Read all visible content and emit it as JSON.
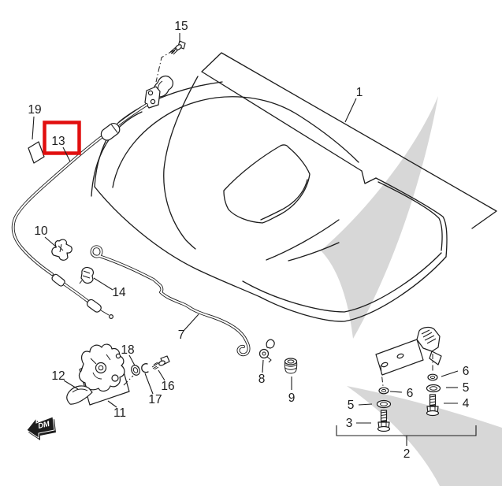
{
  "diagram": {
    "type": "exploded-parts-diagram",
    "highlighted_part": "13"
  },
  "colors": {
    "highlight": "#e10f0f",
    "watermark": "#d7d7d7",
    "line": "#1c1c1c"
  },
  "callouts": {
    "n1": "1",
    "n2": "2",
    "n3": "3",
    "n4": "4",
    "n5_left": "5",
    "n5_right": "5",
    "n6_left": "6",
    "n6_right": "6",
    "n7": "7",
    "n8": "8",
    "n9": "9",
    "n10": "10",
    "n11": "11",
    "n12": "12",
    "n13": "13",
    "n14": "14",
    "n15": "15",
    "n16": "16",
    "n17": "17",
    "n18": "18",
    "n19": "19"
  },
  "logo": {
    "text": "DM"
  }
}
